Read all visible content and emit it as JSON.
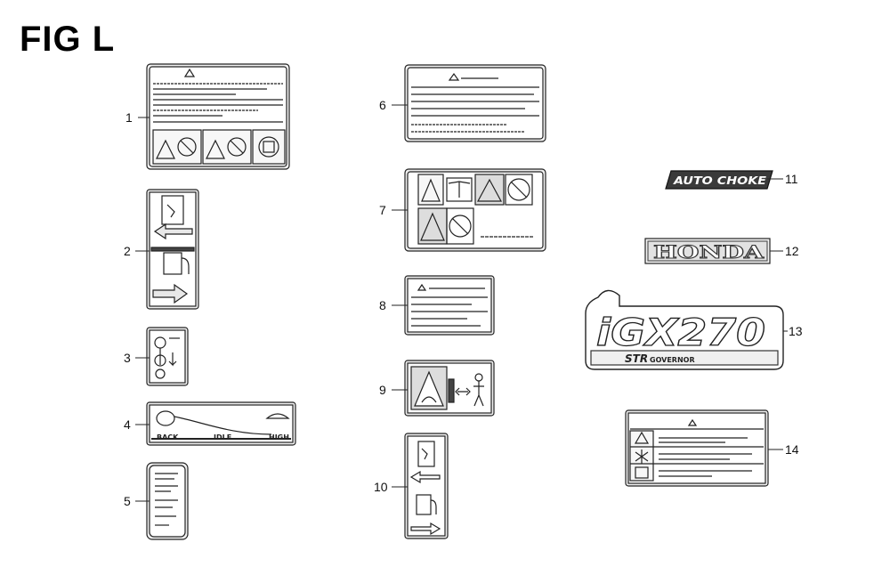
{
  "figure": {
    "title": "FIG L"
  },
  "callouts": [
    "1",
    "2",
    "3",
    "4",
    "5",
    "6",
    "7",
    "8",
    "9",
    "10",
    "11",
    "12",
    "13",
    "14"
  ],
  "label4": {
    "left": "BACK",
    "mid": "IDLE",
    "right": "HIGH"
  },
  "label11": {
    "text": "AUTO CHOKE"
  },
  "label12": {
    "text": "HONDA"
  },
  "label13": {
    "model": "iGX270",
    "sub": "STR",
    "sub2": "GOVERNOR"
  },
  "colors": {
    "line": "#222222",
    "fill": "#ffffff",
    "shade": "#d6d6d6",
    "dark": "#555555"
  }
}
